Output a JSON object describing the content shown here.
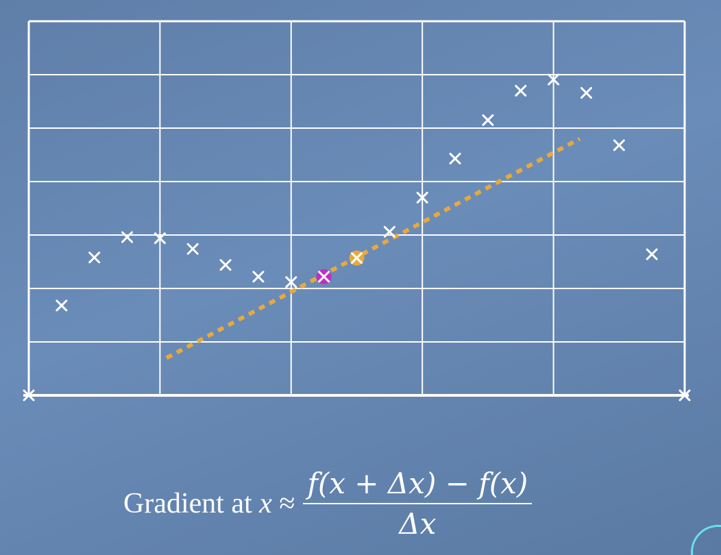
{
  "formula": {
    "prefix": "Gradient at",
    "var": "x",
    "approx": "≈",
    "numerator": "f(x + Δx) − f(x)",
    "denominator": "Δx"
  },
  "colors": {
    "grid": "#ffffff",
    "points": "#ffffff",
    "tangent": "#e8a93c",
    "highlight_x": "#c02ec6",
    "highlight_x_plus_dx": "#e8a93c"
  },
  "chart_data": {
    "type": "scatter",
    "title": "",
    "xlabel": "",
    "ylabel": "",
    "xlim": [
      0,
      10
    ],
    "ylim": [
      0,
      7
    ],
    "grid": true,
    "x": [
      0.5,
      1.0,
      1.5,
      2.0,
      2.5,
      3.0,
      3.5,
      4.0,
      4.5,
      5.0,
      5.5,
      6.0,
      6.5,
      7.0,
      7.5,
      8.0,
      8.5,
      9.0,
      9.5
    ],
    "y": [
      1.68,
      2.58,
      2.96,
      2.94,
      2.74,
      2.44,
      2.22,
      2.12,
      2.22,
      2.57,
      3.06,
      3.7,
      4.43,
      5.15,
      5.7,
      5.91,
      5.66,
      4.68,
      2.64
    ],
    "highlight_points": [
      {
        "role": "x",
        "x": 4.5,
        "y": 2.22
      },
      {
        "role": "x_plus_dx",
        "x": 5.0,
        "y": 2.57
      }
    ],
    "tangent_line": {
      "style": "dotted",
      "x_start": 2.1,
      "y_start": 0.7,
      "x_end": 8.4,
      "y_end": 4.8
    }
  }
}
